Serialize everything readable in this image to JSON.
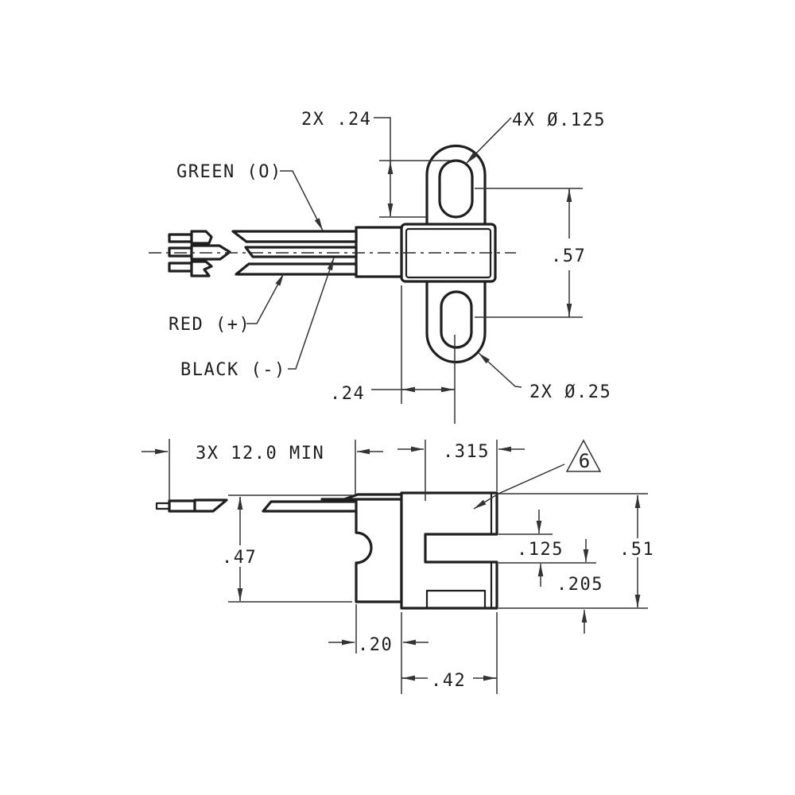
{
  "colors": {
    "background": "#ffffff",
    "line": "#1f1f1f",
    "dim_line": "#333333",
    "text": "#1e1e1e"
  },
  "top_view": {
    "wire_labels": {
      "green": "GREEN (O)",
      "red": "RED (+)",
      "black": "BLACK (-)"
    },
    "dims": {
      "slot_pitch": "2X .24",
      "small_holes": "4X Ø.125",
      "hole_spacing": ".57",
      "hole_offset": ".24",
      "large_holes": "2X Ø.25"
    }
  },
  "side_view": {
    "dims": {
      "lead_length": "3X 12.0 MIN",
      "slot_depth": ".315",
      "flange_height": ".47",
      "slot_height": ".125",
      "overall_height": ".51",
      "base_height": ".205",
      "flange_width": ".20",
      "body_width": ".42"
    },
    "flag_note": "6"
  }
}
